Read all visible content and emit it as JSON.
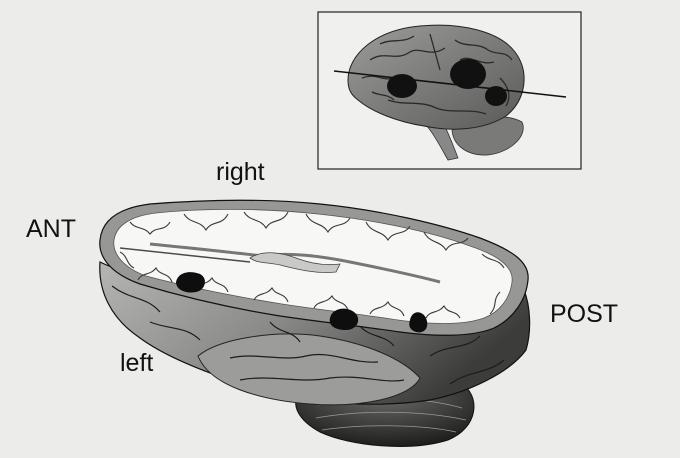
{
  "figure": {
    "labels": {
      "right": "right",
      "anterior": "ANT",
      "posterior": "POST",
      "left": "left"
    },
    "colors": {
      "background": "#ececea",
      "cortex_gray": "#8f8f8f",
      "white_matter": "#f7f7f5",
      "lesion": "#111111"
    },
    "inset": {
      "content": "lateral view of brain with horizontal section plane and three dark lesions"
    },
    "main_view": {
      "content": "horizontal section of the brain, viewed from above-left, with three dark lesions"
    }
  }
}
